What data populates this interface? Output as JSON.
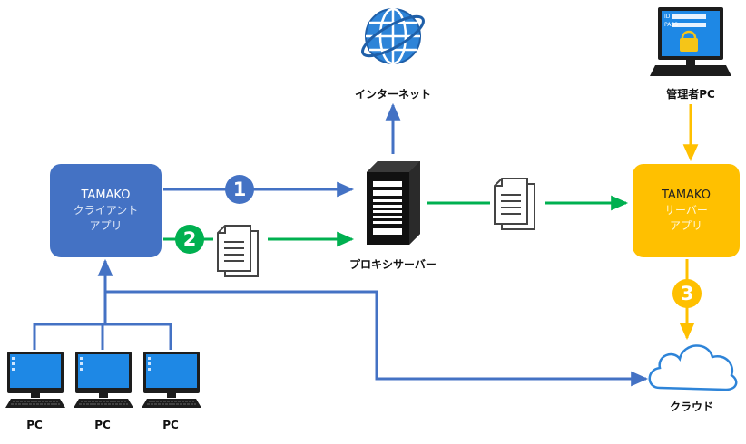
{
  "nodes": {
    "internet": {
      "label": "インターネット"
    },
    "admin_pc": {
      "label": "管理者PC",
      "login_id": "ID",
      "login_pass": "PASS"
    },
    "client_app": {
      "title": "TAMAKO",
      "line1": "クライアント",
      "line2": "アプリ"
    },
    "proxy": {
      "label": "プロキシサーバー"
    },
    "server_app": {
      "title": "TAMAKO",
      "line1": "サーバー",
      "line2": "アプリ"
    },
    "cloud": {
      "label": "クラウド"
    },
    "pcs": [
      {
        "label": "PC"
      },
      {
        "label": "PC"
      },
      {
        "label": "PC"
      }
    ]
  },
  "steps": [
    {
      "number": "1",
      "color": "#4472c4"
    },
    {
      "number": "2",
      "color": "#00b050"
    },
    {
      "number": "3",
      "color": "#ffc000"
    }
  ],
  "colors": {
    "blue_line": "#4472c4",
    "green_line": "#00b050",
    "yellow_line": "#ffc000",
    "client_box": "#4472c4",
    "server_box": "#ffc000"
  }
}
